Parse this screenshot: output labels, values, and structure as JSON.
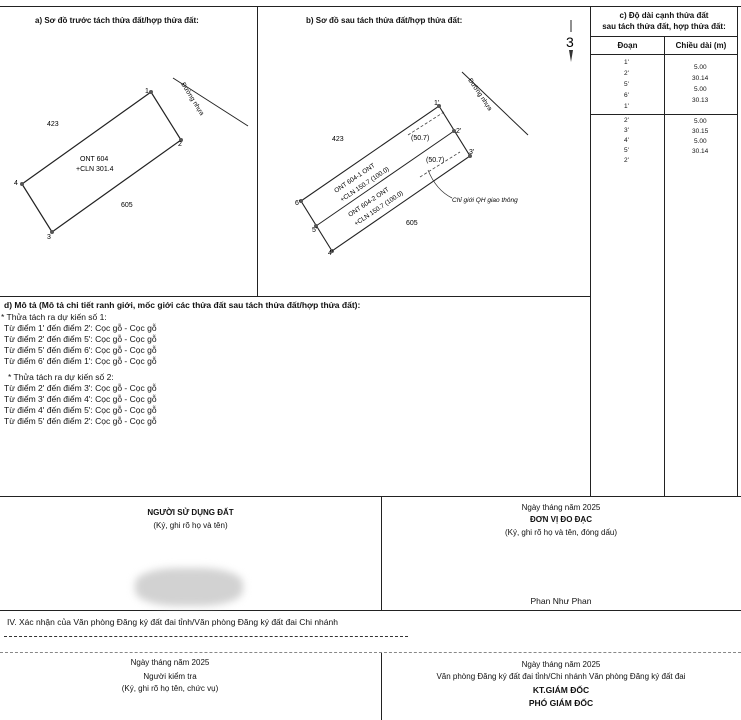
{
  "diagram_before": {
    "title": "a) Sơ đồ trước tách thửa đất/hợp thửa đất:",
    "neighbor_left": "423",
    "neighbor_bottom": "605",
    "road": "Đường nhựa",
    "parcel_line1": "ONT  604",
    "parcel_line2": "+CLN 301.4",
    "points": [
      "1",
      "2",
      "3",
      "4"
    ]
  },
  "diagram_after": {
    "title": "b) Sơ đồ sau tách thửa đất/hợp thửa đất:",
    "neighbor_left": "423",
    "neighbor_bottom": "605",
    "road": "Đường nhựa",
    "parcel1_line1": "ONT  604-1  ONT",
    "parcel1_line2": "+CLN 150.7   (100.0)",
    "parcel2_line1": "ONT  604-2  ONT",
    "parcel2_line2": "+CLN 150.7   (100.0)",
    "area1": "(50.7)",
    "area2": "(50.7)",
    "boundary_label": "Chỉ giới QH giao thông",
    "points": [
      "1'",
      "2'",
      "3'",
      "4'",
      "5'",
      "6'"
    ]
  },
  "north_mark": "3",
  "lengths": {
    "title_line1": "c) Độ dài cạnh thửa đất",
    "title_line2": "sau tách thửa đất, hợp thửa đất:",
    "col1": "Đoạn",
    "col2": "Chiều dài (m)",
    "group1_points": [
      "1'",
      "2'",
      "5'",
      "6'",
      "1'"
    ],
    "group1_values": [
      "5.00",
      "30.14",
      "5.00",
      "30.13"
    ],
    "group2_points": [
      "2'",
      "3'",
      "4'",
      "5'",
      "2'"
    ],
    "group2_values": [
      "5.00",
      "30.15",
      "5.00",
      "30.14"
    ]
  },
  "description": {
    "title": "d) Mô tả (Mô tả chi tiết ranh giới, mốc giới các thửa đất sau tách thửa đất/hợp thửa đất):",
    "parcel1_header": "* Thửa tách ra dự kiến số 1:",
    "parcel1_lines": [
      "Từ điểm 1' đến điểm 2': Cọc gỗ - Cọc gỗ",
      "Từ điểm 2' đến điểm 5': Cọc gỗ - Cọc gỗ",
      "Từ điểm 5' đến điểm 6': Cọc gỗ - Cọc gỗ",
      "Từ điểm 6' đến điểm 1': Cọc gỗ - Cọc gỗ"
    ],
    "parcel2_header": "* Thửa tách ra dự kiến số 2:",
    "parcel2_lines": [
      "Từ điểm 2' đến điểm 3': Cọc gỗ - Cọc gỗ",
      "Từ điểm 3' đến điểm 4': Cọc gỗ - Cọc gỗ",
      "Từ điểm 4' đến điểm 5': Cọc gỗ - Cọc gỗ",
      "Từ điểm 5' đến điểm 2': Cọc gỗ - Cọc gỗ"
    ]
  },
  "signatures": {
    "user_title": "NGƯỜI SỬ DỤNG ĐẤT",
    "user_note": "(Ký, ghi rõ họ và tên)",
    "survey_date": "Ngày        tháng        năm 2025",
    "survey_unit": "ĐƠN VỊ ĐO ĐẠC",
    "survey_note": "(Ký, ghi rõ họ và tên, đóng dấu)",
    "survey_name": "Phan Như Phan"
  },
  "confirmation": {
    "title": "IV. Xác nhận của Văn phòng Đăng ký đất đai tỉnh/Văn phòng Đăng ký đất đai Chi nhánh",
    "left_date": "Ngày        tháng        năm 2025",
    "left_role": "Người kiểm tra",
    "left_note": "(Ký, ghi rõ họ tên, chức vụ)",
    "right_date": "Ngày        tháng        năm 2025",
    "right_office": "Văn phòng Đăng ký đất đai tỉnh/Chi nhánh Văn phòng Đăng ký đất đai",
    "right_role1": "KT.GIÁM ĐỐC",
    "right_role2": "PHÓ GIÁM ĐỐC"
  }
}
